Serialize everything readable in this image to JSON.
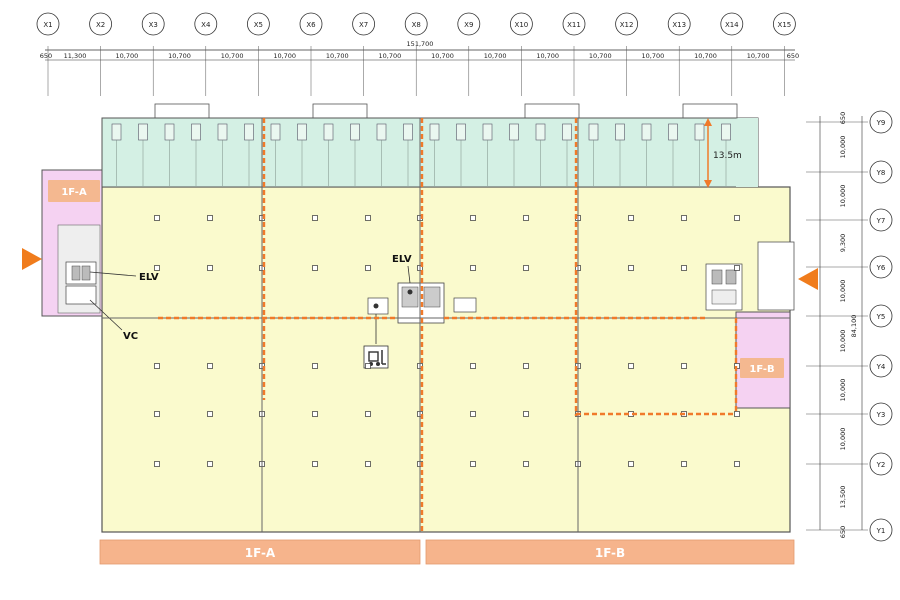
{
  "grid": {
    "x_labels": [
      "X1",
      "X2",
      "X3",
      "X4",
      "X5",
      "X6",
      "X7",
      "X8",
      "X9",
      "X10",
      "X11",
      "X12",
      "X13",
      "X14",
      "X15"
    ],
    "y_labels": [
      "Y9",
      "Y8",
      "Y7",
      "Y6",
      "Y5",
      "Y4",
      "Y3",
      "Y2",
      "Y1"
    ]
  },
  "dimensions": {
    "overall_width": "151,700",
    "overall_height": "84,100",
    "x_spans": [
      "650",
      "11,300",
      "10,700",
      "10,700",
      "10,700",
      "10,700",
      "10,700",
      "10,700",
      "10,700",
      "10,700",
      "10,700",
      "10,700",
      "10,700",
      "10,700",
      "10,700",
      "650"
    ],
    "y_spans": [
      "650",
      "10,000",
      "10,000",
      "9,300",
      "10,000",
      "10,000",
      "10,000",
      "10,000",
      "13,500",
      "650"
    ]
  },
  "annotations": {
    "canopy_depth": "13.5m",
    "elevator_left": "ELV",
    "elevator_center": "ELV",
    "vc": "VC"
  },
  "zones": {
    "office_left": "1F-A",
    "office_right": "1F-B",
    "bar_left": "1F-A",
    "bar_right": "1F-B"
  },
  "colors": {
    "warehouse": "#fafacd",
    "canopy": "#d4f0e4",
    "office_pink": "#f5d2f2",
    "zone_bar": "#f6b48c",
    "zone_label_bg": "#f4b890",
    "partition": "#f07a2a",
    "entrance_arrow": "#f07c1c"
  },
  "icons": {
    "forklift": "forklift-icon",
    "entrance_left": "entrance-arrow-icon",
    "entrance_right": "entrance-arrow-icon"
  }
}
